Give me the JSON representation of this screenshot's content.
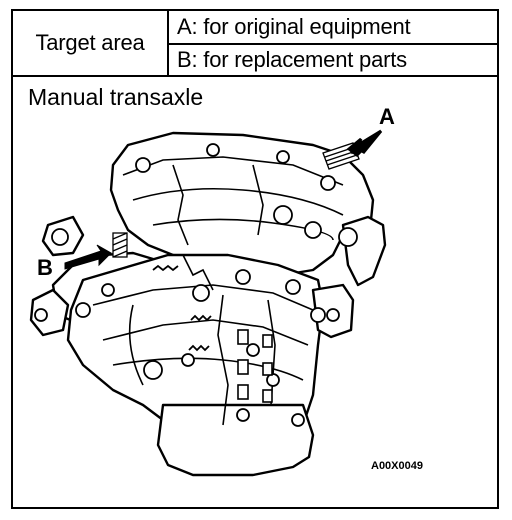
{
  "header": {
    "left_label": "Target area",
    "row_a": "A: for original equipment",
    "row_b": "B: for replacement parts"
  },
  "subtitle": "Manual transaxle",
  "figure": {
    "label_a": "A",
    "label_b": "B",
    "figure_code": "A00X0049"
  }
}
